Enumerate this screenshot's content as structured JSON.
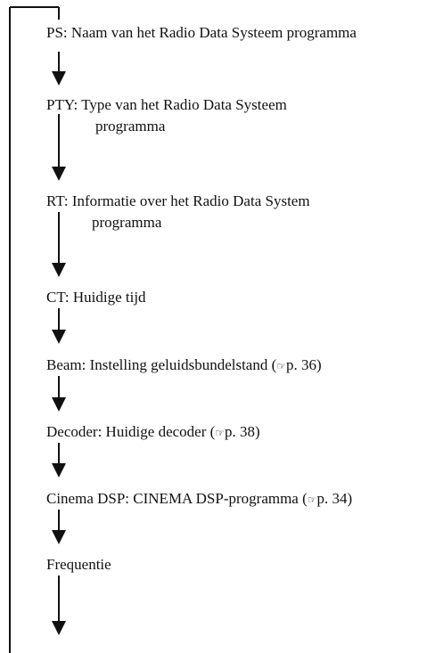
{
  "colors": {
    "line": "#111111",
    "text": "#111111",
    "background": "#ffffff"
  },
  "items": [
    {
      "text": "PS: Naam van het Radio Data Systeem programma",
      "continuation": ""
    },
    {
      "text": "PTY:  Type van het Radio Data Systeem",
      "continuation": "programma"
    },
    {
      "text": "RT:  Informatie over het Radio Data System",
      "continuation": "programma"
    },
    {
      "text": "CT: Huidige tijd",
      "continuation": ""
    },
    {
      "text": "Beam: Instelling geluidsbundelstand (",
      "ref": "p. 36)"
    },
    {
      "text": "Decoder: Huidige decoder (",
      "ref": "p. 38)"
    },
    {
      "text": "Cinema DSP: CINEMA DSP-programma (",
      "ref": "p. 34)"
    },
    {
      "text": "Frequentie",
      "continuation": ""
    }
  ],
  "ref_icon": "hand-pointing-icon"
}
